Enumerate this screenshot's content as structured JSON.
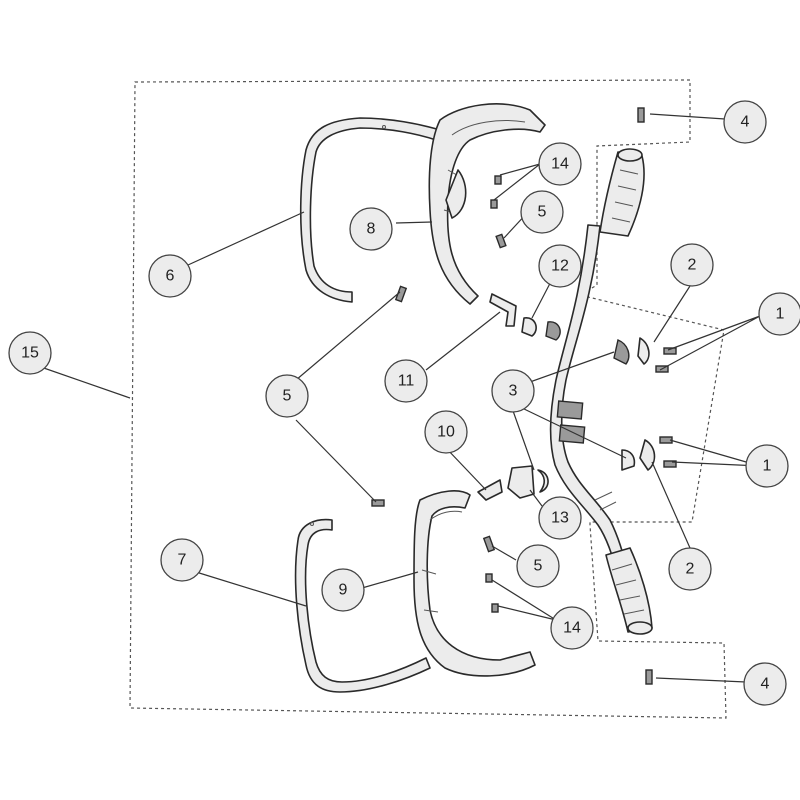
{
  "diagram": {
    "callouts": [
      {
        "id": "c15",
        "label": "15"
      },
      {
        "id": "c4a",
        "label": "4"
      },
      {
        "id": "c4b",
        "label": "4"
      },
      {
        "id": "c14a",
        "label": "14"
      },
      {
        "id": "c14b",
        "label": "14"
      },
      {
        "id": "c5a",
        "label": "5"
      },
      {
        "id": "c5b",
        "label": "5"
      },
      {
        "id": "c5c",
        "label": "5"
      },
      {
        "id": "c8",
        "label": "8"
      },
      {
        "id": "c6",
        "label": "6"
      },
      {
        "id": "c12",
        "label": "12"
      },
      {
        "id": "c2a",
        "label": "2"
      },
      {
        "id": "c2b",
        "label": "2"
      },
      {
        "id": "c1a",
        "label": "1"
      },
      {
        "id": "c1b",
        "label": "1"
      },
      {
        "id": "c11",
        "label": "11"
      },
      {
        "id": "c3",
        "label": "3"
      },
      {
        "id": "c10",
        "label": "10"
      },
      {
        "id": "c13",
        "label": "13"
      },
      {
        "id": "c7",
        "label": "7"
      },
      {
        "id": "c9",
        "label": "9"
      }
    ]
  }
}
